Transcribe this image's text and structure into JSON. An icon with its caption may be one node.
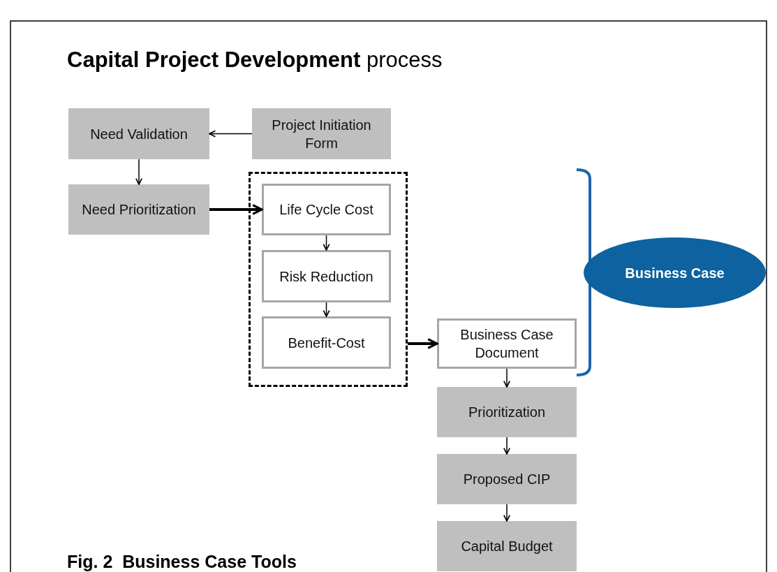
{
  "diagram": {
    "title": "**Capital Project Development** process",
    "caption": "Fig. 2  Business Case Tools",
    "nodes": [
      {
        "text": [
          "Need Validation"
        ]
      },
      {
        "text": [
          "Project Initiation Form"
        ]
      },
      {
        "text": [
          "Need Prioritization"
        ]
      },
      {
        "text": [],
        "shape": "box"
      },
      {
        "text": [
          "Life Cycle Cost"
        ],
        "in": 3
      },
      {
        "text": [
          "Risk Reduction"
        ],
        "in": 3
      },
      {
        "text": [
          "Benefit-Cost"
        ],
        "in": 3
      },
      {
        "text": [
          "Business Case Document"
        ]
      },
      {
        "text": [
          "Prioritization"
        ]
      },
      {
        "text": [
          "Proposed CIP"
        ]
      },
      {
        "text": [
          "Capital Budget"
        ]
      },
      {
        "text": [
          "Business Case"
        ]
      }
    ],
    "edges": [
      {
        "from": 1,
        "to": 0,
        "arrow": "to"
      },
      {
        "from": 0,
        "to": 2,
        "arrow": "to"
      },
      {
        "from": 2,
        "to": 4,
        "arrow": "to",
        "style": "thick"
      },
      {
        "from": 4,
        "to": 5,
        "arrow": "to"
      },
      {
        "from": 5,
        "to": 6,
        "arrow": "to"
      },
      {
        "from": 3,
        "to": 7,
        "arrow": "to",
        "style": "thick"
      },
      {
        "from": 7,
        "to": 8,
        "arrow": "to"
      },
      {
        "from": 8,
        "to": 9,
        "arrow": "to"
      },
      {
        "from": 9,
        "to": 10,
        "arrow": "to"
      }
    ]
  }
}
